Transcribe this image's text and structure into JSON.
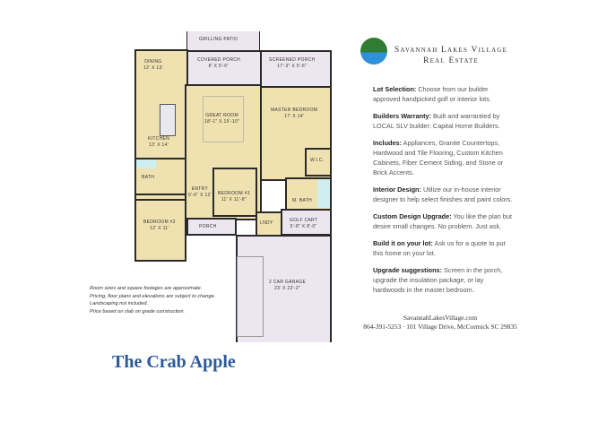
{
  "plan": {
    "rooms": {
      "grilling_patio": "GRILLING PATIO",
      "covered_porch": [
        "COVERED PORCH",
        "8' X 5'-6\""
      ],
      "screened_porch": [
        "SCREENED PORCH",
        "17'-3\" X 5'-6\""
      ],
      "dining": [
        "DINING",
        "12' X 13'"
      ],
      "kitchen": [
        "KITCHEN",
        "13' X 14'"
      ],
      "great_room": [
        "GREAT ROOM",
        "18'-1\" X 15'-10\""
      ],
      "master_bedroom": [
        "MASTER BEDROOM",
        "17' X 14'"
      ],
      "wic": "W.I.C.",
      "m_bath": "M. BATH",
      "bath": "BATH",
      "entry": [
        "ENTRY",
        "6'-6\" X 12'"
      ],
      "bedroom3": [
        "BEDROOM #3",
        "11' X 11'-8\""
      ],
      "bedroom2": [
        "BEDROOM #2",
        "12' X 11'"
      ],
      "porch": "PORCH",
      "laundry": "LNDY",
      "golf_cart": [
        "GOLF CART",
        "5'-8\" X 8'-0\""
      ],
      "garage": [
        "2 CAR GARAGE",
        "23' X 22'-2\""
      ]
    }
  },
  "notes": [
    "Room sizes and square footages are approximate.",
    "Pricing, floor plans and elevations are subject to change.",
    "Landscaping not included.",
    "Price based on slab on grade construction."
  ],
  "title": "The Crab Apple",
  "brand": {
    "line1": "Savannah Lakes Village",
    "line2": "Real Estate"
  },
  "info": [
    {
      "h": "Lot Selection:",
      "t": " Choose from our builder approved handpicked golf or interior lots."
    },
    {
      "h": "Builders Warranty:",
      "t": " Built and warrantied by LOCAL SLV builder: Capital Home Builders."
    },
    {
      "h": "Includes:",
      "t": " Appliances, Granite Countertops, Hardwood and Tile Flooring, Custom Kitchen Cabinets, Fiber Cement Siding, and Stone or Brick Accents."
    },
    {
      "h": "Interior Design:",
      "t": " Utilize our in-house interior designer to help select finishes and paint colors."
    },
    {
      "h": "Custom Design Upgrade:",
      "t": " You like the plan but desire small changes. No problem. Just ask."
    },
    {
      "h": "Build it on your lot:",
      "t": " Ask us for a quote to put this home on your lot."
    },
    {
      "h": "Upgrade suggestions:",
      "t": " Screen in the porch, upgrade the insulation package, or lay hardwoods in the master bedroom."
    }
  ],
  "footer": {
    "site": "SavannahLakesVillage.com",
    "contact": "864-391-5253 · 101 Village Drive, McCormick SC 29835"
  }
}
